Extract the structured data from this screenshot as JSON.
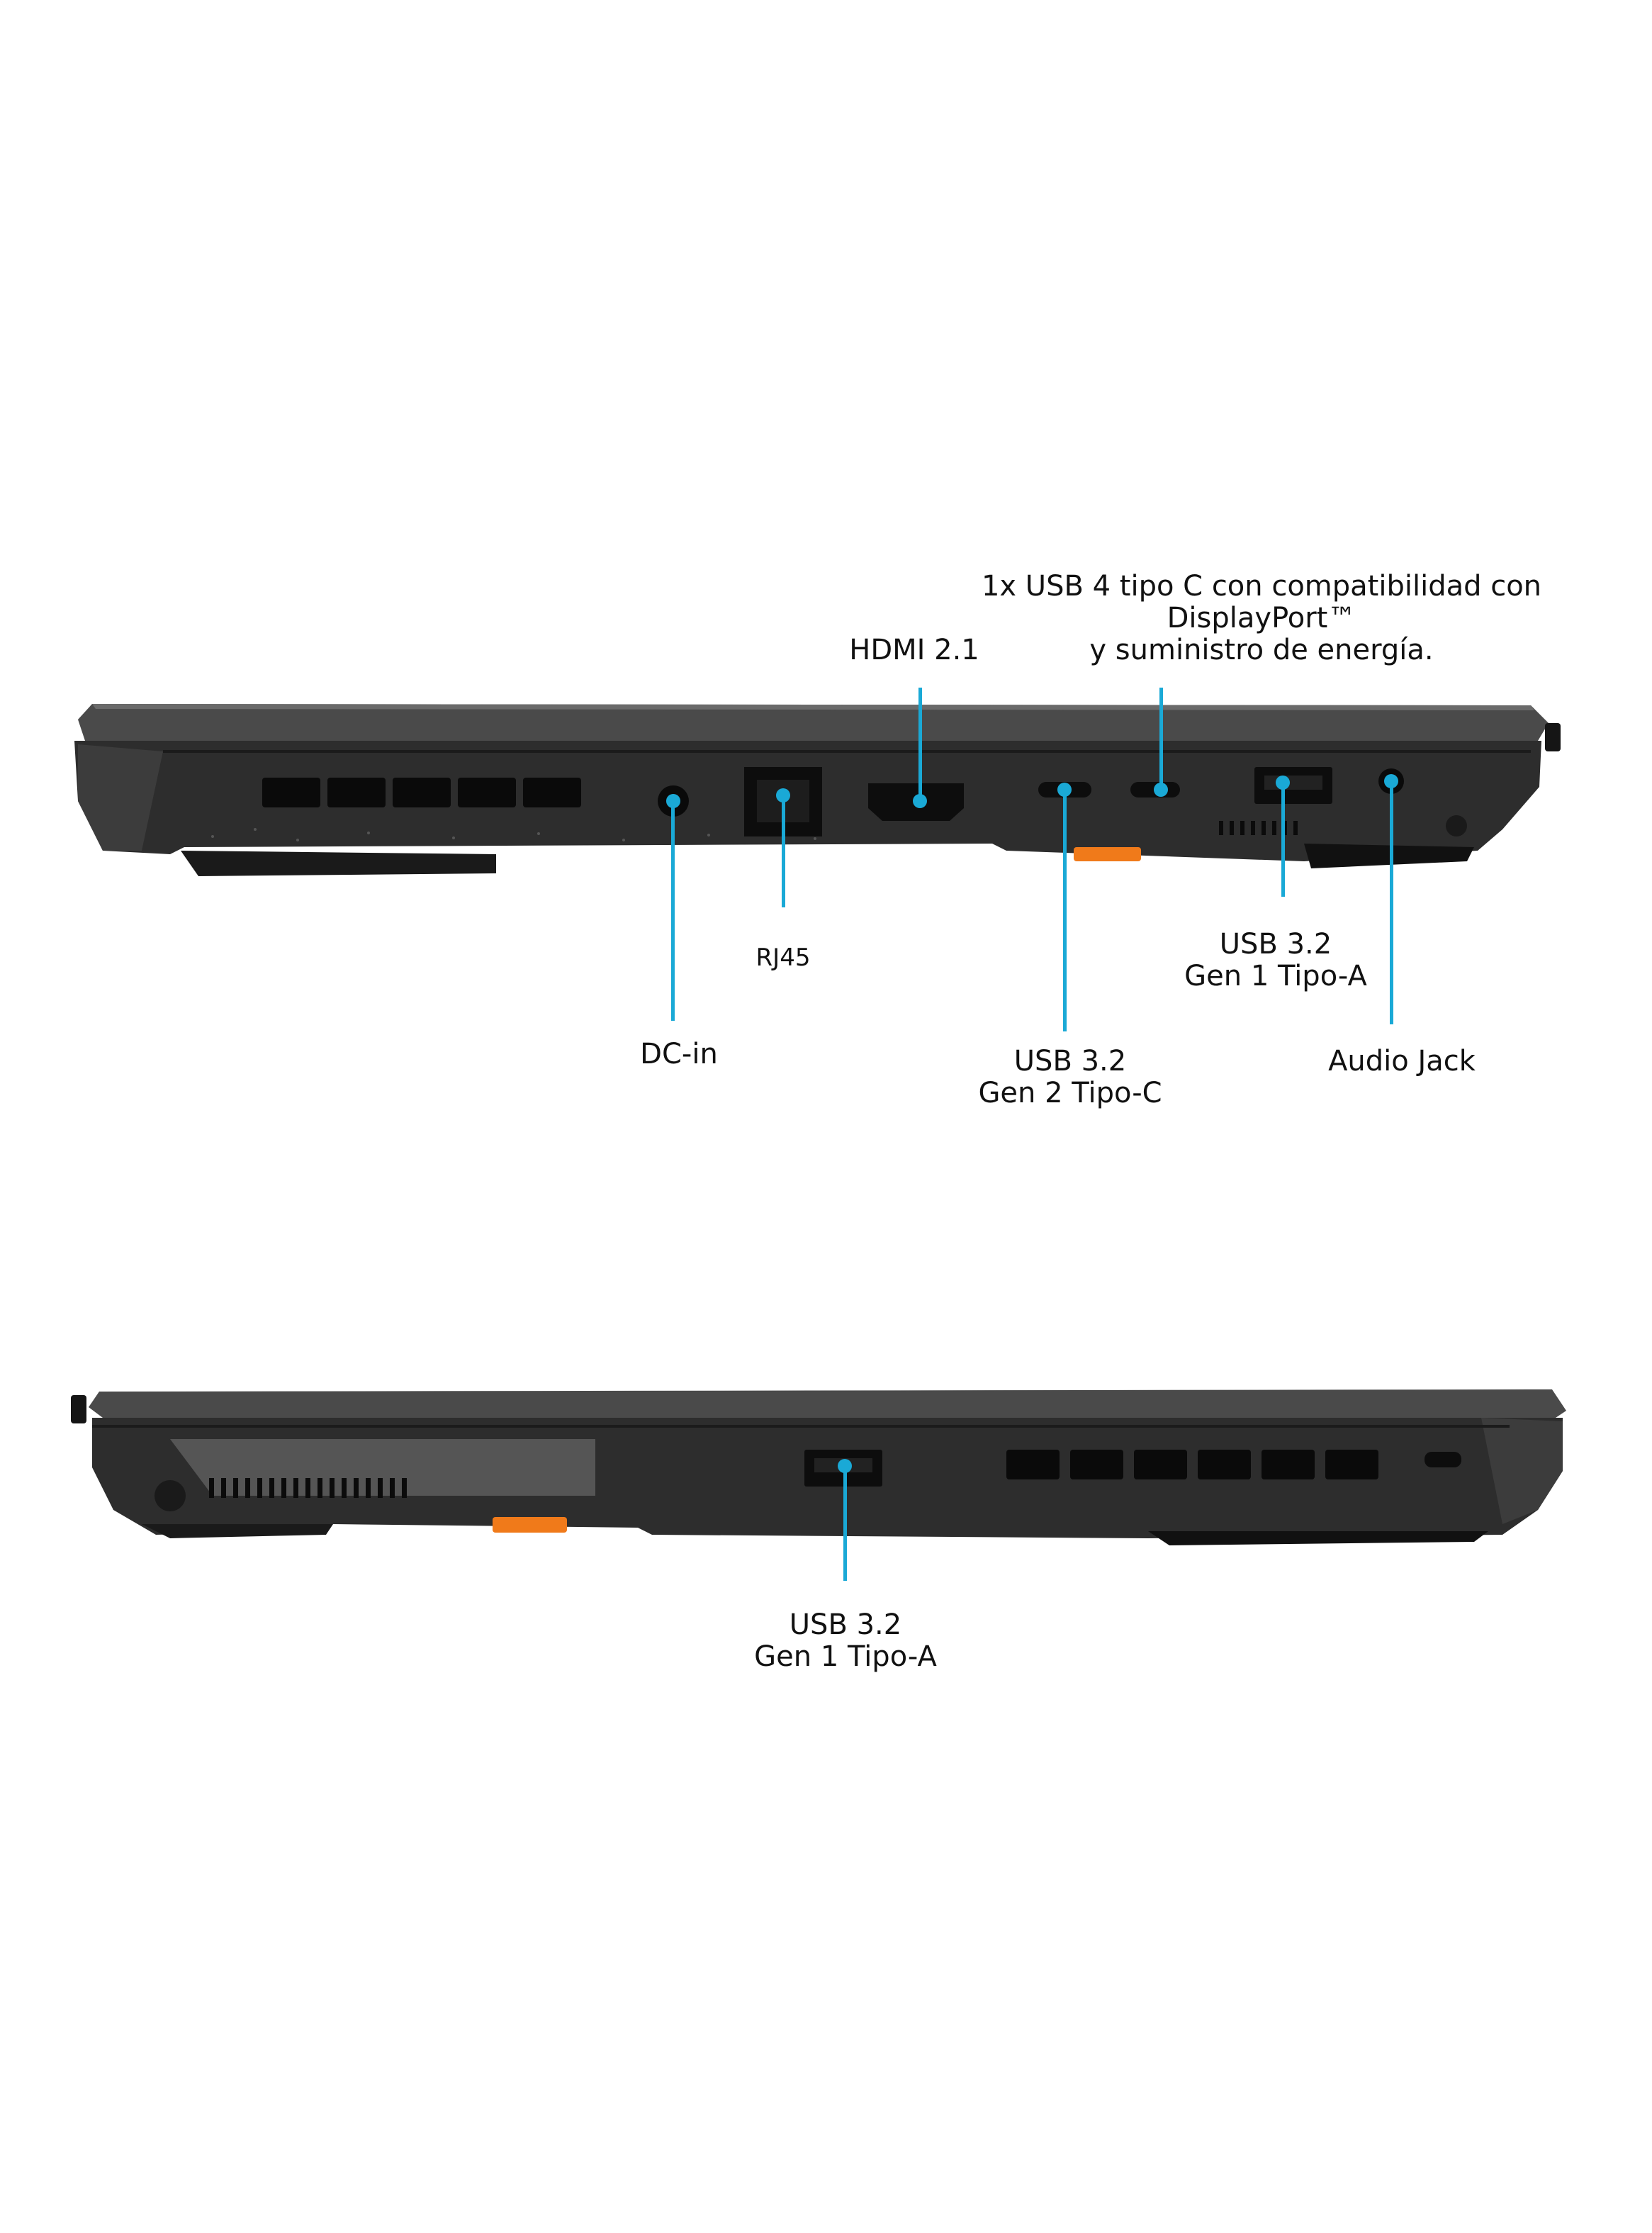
{
  "top_view": {
    "labels": {
      "usb4": [
        "1x USB 4 tipo C  con compatibilidad con",
        "DisplayPort™",
        "y suministro de energía."
      ],
      "hdmi": "HDMI 2.1",
      "rj45": "RJ45",
      "dcin": "DC-in",
      "usb32_gen2_c": [
        "USB 3.2",
        "Gen 2 Tipo-C"
      ],
      "usb32_gen1_a": [
        "USB 3.2",
        "Gen 1 Tipo-A"
      ],
      "audio_jack": "Audio Jack"
    }
  },
  "bottom_view": {
    "labels": {
      "usb32_gen1_a": [
        "USB 3.2",
        "Gen 1 Tipo-A"
      ]
    }
  },
  "colors": {
    "callout": "#1aa9d6",
    "laptop_body": "#2b2b2b",
    "laptop_top": "#3a3a3a",
    "port": "#0d0d0d",
    "accent_orange": "#f07a1a"
  }
}
